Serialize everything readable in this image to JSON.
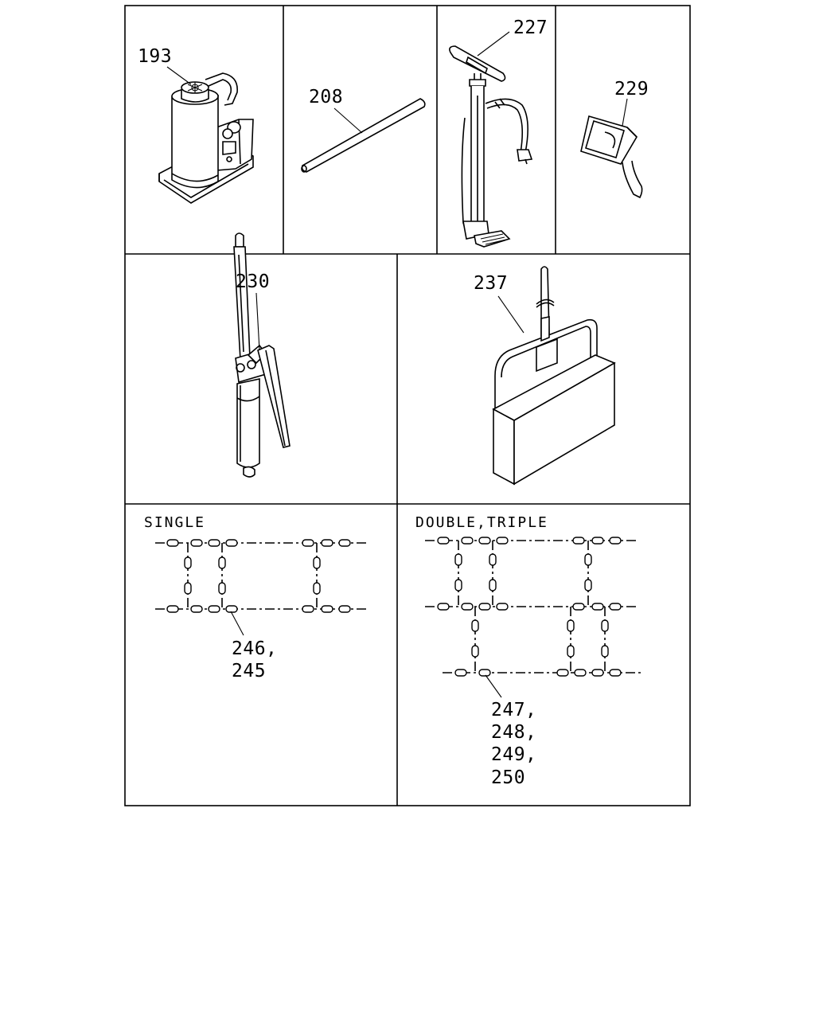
{
  "callouts": {
    "jack": "193",
    "bar": "208",
    "pump": "227",
    "gauge": "229",
    "oil_jack": "230",
    "tool_bag": "237"
  },
  "chains": {
    "single": {
      "caption": "SINGLE",
      "parts": [
        "246,",
        "245"
      ]
    },
    "double_triple": {
      "caption": "DOUBLE,TRIPLE",
      "parts": [
        "247,",
        "248,",
        "249,",
        "250"
      ]
    }
  }
}
